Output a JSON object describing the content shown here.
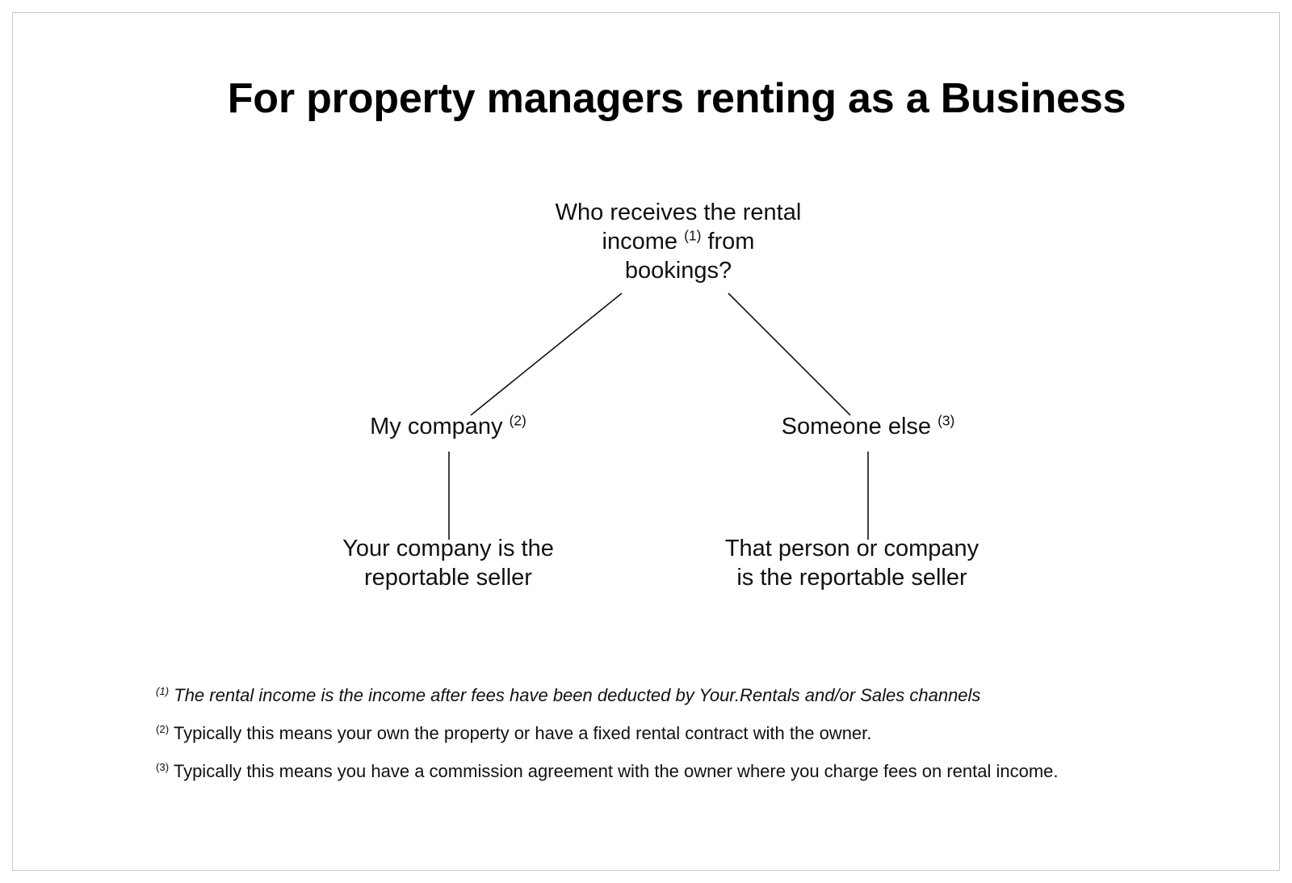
{
  "title": "For property managers renting as a Business",
  "root": {
    "line1": "Who receives the rental",
    "line2_pre": "income",
    "line2_sup": "(1)",
    "line2_post": "from",
    "line3": "bookings?"
  },
  "branches": {
    "left": {
      "label": "My company",
      "sup": "(2)",
      "result_line1": "Your company is the",
      "result_line2": "reportable seller"
    },
    "right": {
      "label": "Someone else",
      "sup": "(3)",
      "result_line1": "That person or company",
      "result_line2": "is the reportable seller"
    }
  },
  "footnotes": [
    {
      "marker": "(1)",
      "text": "The rental income is the income after fees have been deducted by Your.Rentals and/or Sales channels"
    },
    {
      "marker": "(2)",
      "text": "Typically this means your own the property or have a fixed rental contract with the owner."
    },
    {
      "marker": "(3)",
      "text": "Typically this means you have a commission agreement with the owner where you charge fees on rental income."
    }
  ],
  "colors": {
    "text": "#111111",
    "border": "#c8c8c8",
    "connector": "#111111"
  }
}
